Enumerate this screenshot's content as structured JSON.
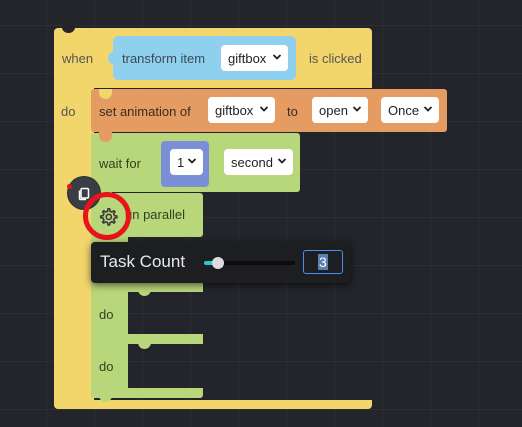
{
  "event_block": {
    "when_label": "when",
    "trigger_label": "transform item",
    "trigger_item": "giftbox",
    "suffix_label": "is clicked",
    "do_label": "do"
  },
  "animation_block": {
    "label": "set animation of",
    "target": "giftbox",
    "to_label": "to",
    "animation": "open",
    "mode": "Once"
  },
  "wait_block": {
    "label": "wait for",
    "amount": "1",
    "unit": "second"
  },
  "parallel_block": {
    "label": "un parallel",
    "do_labels": [
      "do",
      "do"
    ]
  },
  "task_popup": {
    "label": "Task Count",
    "slider_fraction": 0.15,
    "value": "3"
  },
  "colors": {
    "event": "#f2d66c",
    "animation": "#e59c63",
    "control": "#b8d67a",
    "trigger": "#8fd0ee",
    "highlight_ring": "#e8131c"
  },
  "icons": {
    "copy": "copy-icon",
    "settings": "gear-icon"
  }
}
